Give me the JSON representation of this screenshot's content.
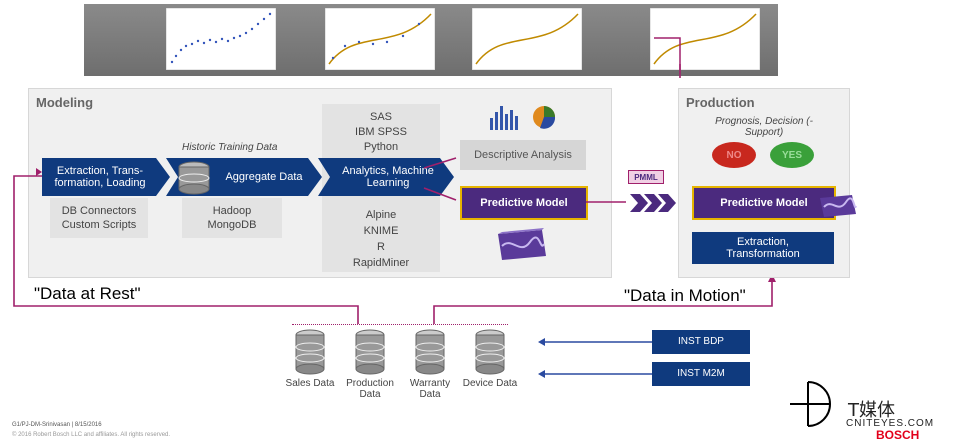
{
  "modeling": {
    "title": "Modeling",
    "extraction_label": "Extraction, Trans-formation, Loading",
    "extraction_tools": [
      "DB Connectors",
      "Custom Scripts"
    ],
    "historic_label": "Historic Training Data",
    "aggregate_label": "Aggregate Data",
    "aggregate_tools": [
      "Hadoop",
      "MongoDB"
    ],
    "analytics_label": "Analytics, Machine Learning",
    "analytics_tools_top": [
      "SAS",
      "IBM SPSS",
      "Python"
    ],
    "analytics_tools_bottom": [
      "Alpine",
      "KNIME",
      "R",
      "RapidMiner"
    ],
    "descriptive_label": "Descriptive Analysis",
    "predictive_label": "Predictive Model"
  },
  "pmml_label": "PMML",
  "production": {
    "title": "Production",
    "prognosis_label": "Prognosis, Decision (-Support)",
    "no_label": "NO",
    "yes_label": "YES",
    "predictive_label": "Predictive Model",
    "extraction_label": "Extraction, Transformation"
  },
  "data_at_rest": "\"Data at Rest\"",
  "data_in_motion": "\"Data in Motion\"",
  "databases": [
    "Sales Data",
    "Production Data",
    "Warranty Data",
    "Device Data"
  ],
  "inst_bdp": "INST BDP",
  "inst_m2m": "INST M2M",
  "footer_id": "G1/PJ-DM-Srinivasan | 8/15/2016",
  "footer_copyright": "© 2016 Robert Bosch LLC and affiliates. All rights reserved.",
  "watermark": "CNITEYES.COM",
  "watermark_cn": "T媒体",
  "brand": "BOSCH",
  "colors": {
    "navy": "#0f3a7e",
    "purple": "#4b2a7e",
    "magenta": "#a0206b",
    "accent": "#e6b400"
  }
}
